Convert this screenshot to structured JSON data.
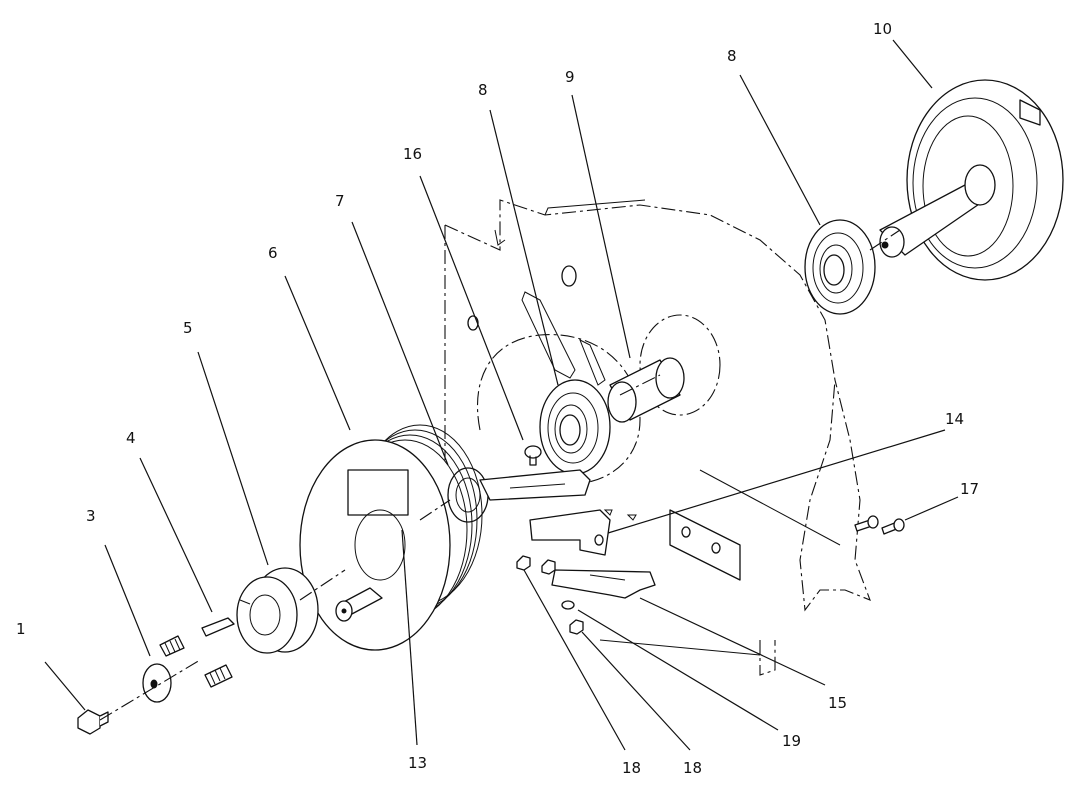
{
  "callouts": [
    {
      "id": "c1",
      "text": "1"
    },
    {
      "id": "c3",
      "text": "3"
    },
    {
      "id": "c4",
      "text": "4"
    },
    {
      "id": "c5",
      "text": "5"
    },
    {
      "id": "c6",
      "text": "6"
    },
    {
      "id": "c7",
      "text": "7"
    },
    {
      "id": "c16",
      "text": "16"
    },
    {
      "id": "c8a",
      "text": "8"
    },
    {
      "id": "c9",
      "text": "9"
    },
    {
      "id": "c8b",
      "text": "8"
    },
    {
      "id": "c10",
      "text": "10"
    },
    {
      "id": "c14",
      "text": "14"
    },
    {
      "id": "c17",
      "text": "17"
    },
    {
      "id": "c15",
      "text": "15"
    },
    {
      "id": "c19",
      "text": "19"
    },
    {
      "id": "c18a",
      "text": "18"
    },
    {
      "id": "c18b",
      "text": "18"
    },
    {
      "id": "c13",
      "text": "13"
    }
  ],
  "colors": {
    "line": "#111111",
    "background": "#ffffff"
  }
}
